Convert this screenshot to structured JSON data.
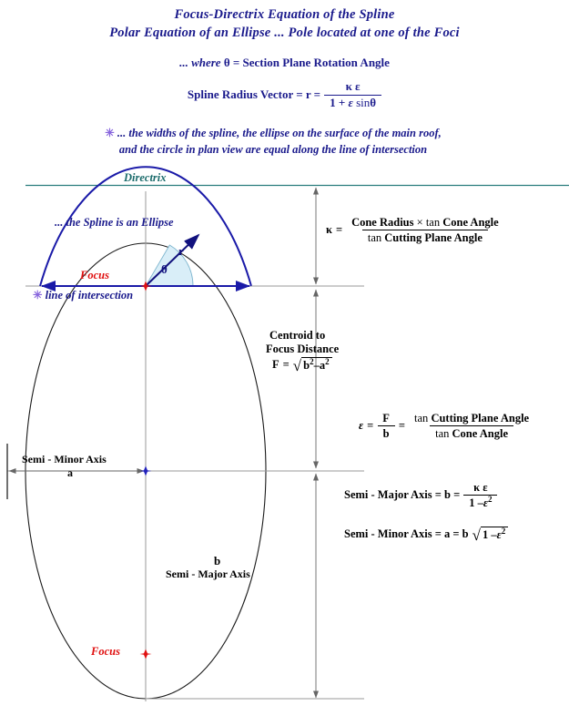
{
  "title": {
    "line1": "Focus-Directrix Equation of the Spline",
    "line2": "Polar Equation of an Ellipse ... Pole located at one of the Foci"
  },
  "subtitle": {
    "prefix": "... where ",
    "theta": "θ",
    "text": " = Section Plane Rotation Angle"
  },
  "radius_equation": {
    "lhs": "Spline Radius Vector =  r  =",
    "numerator": "κ ε",
    "denominator_a": "1 +",
    "denominator_b": "ε",
    "denominator_c": "sin",
    "denominator_d": "θ"
  },
  "note": {
    "star": "✳",
    "line1": "... the widths of the spline, the ellipse on the surface of the main roof,",
    "line2": "and the circle in plan view are equal along the line of intersection"
  },
  "diagram": {
    "directrix_label": "Directrix",
    "spline_label": "... the Spline is an Ellipse",
    "focus_top_label": "Focus",
    "line_of_intersection_label": "line of intersection",
    "line_of_intersection_star": "✳",
    "radius_symbol": "r",
    "theta_symbol": "θ",
    "semi_minor_label": "Semi - Minor Axis",
    "semi_minor_symbol": "a",
    "semi_major_symbol": "b",
    "semi_major_label": "Semi - Major Axis",
    "focus_bottom_label": "Focus"
  },
  "formulas": {
    "kappa": {
      "symbol": "κ",
      "equals": "=",
      "numerator_a": "Cone Radius",
      "numerator_times": "×",
      "numerator_tan": "tan",
      "numerator_b": "Cone Angle",
      "denominator_tan": "tan",
      "denominator_b": "Cutting Plane Angle"
    },
    "centroid": {
      "line1": "Centroid to",
      "line2": "Focus Distance",
      "f_symbol": "F",
      "equals": "=",
      "radicand_b": "b",
      "exp_b": "2",
      "minus": "–",
      "radicand_a": "a",
      "exp_a": "2"
    },
    "eccentricity": {
      "symbol": "ε",
      "equals1": "=",
      "num1": "F",
      "den1": "b",
      "equals2": "=",
      "num2_tan": "tan",
      "num2": "Cutting Plane Angle",
      "den2_tan": "tan",
      "den2": "Cone Angle"
    },
    "semi_major": {
      "lhs": "Semi - Major Axis  =  b  =",
      "numerator": "κ ε",
      "den_a": "1 –",
      "den_eps": "ε",
      "den_exp": "2"
    },
    "semi_minor": {
      "lhs": "Semi - Minor Axis  =  a  =  b",
      "radicand_a": "1 –",
      "radicand_eps": "ε",
      "radicand_exp": "2"
    }
  },
  "colors": {
    "title_blue": "#1a1a8c",
    "spline_blue": "#1a1aa8",
    "focus_red": "#e01010",
    "directrix_teal": "#1a6b6b",
    "purple_star": "#8866dd",
    "gray_line": "#999999",
    "theta_fill": "#d6eef7"
  }
}
